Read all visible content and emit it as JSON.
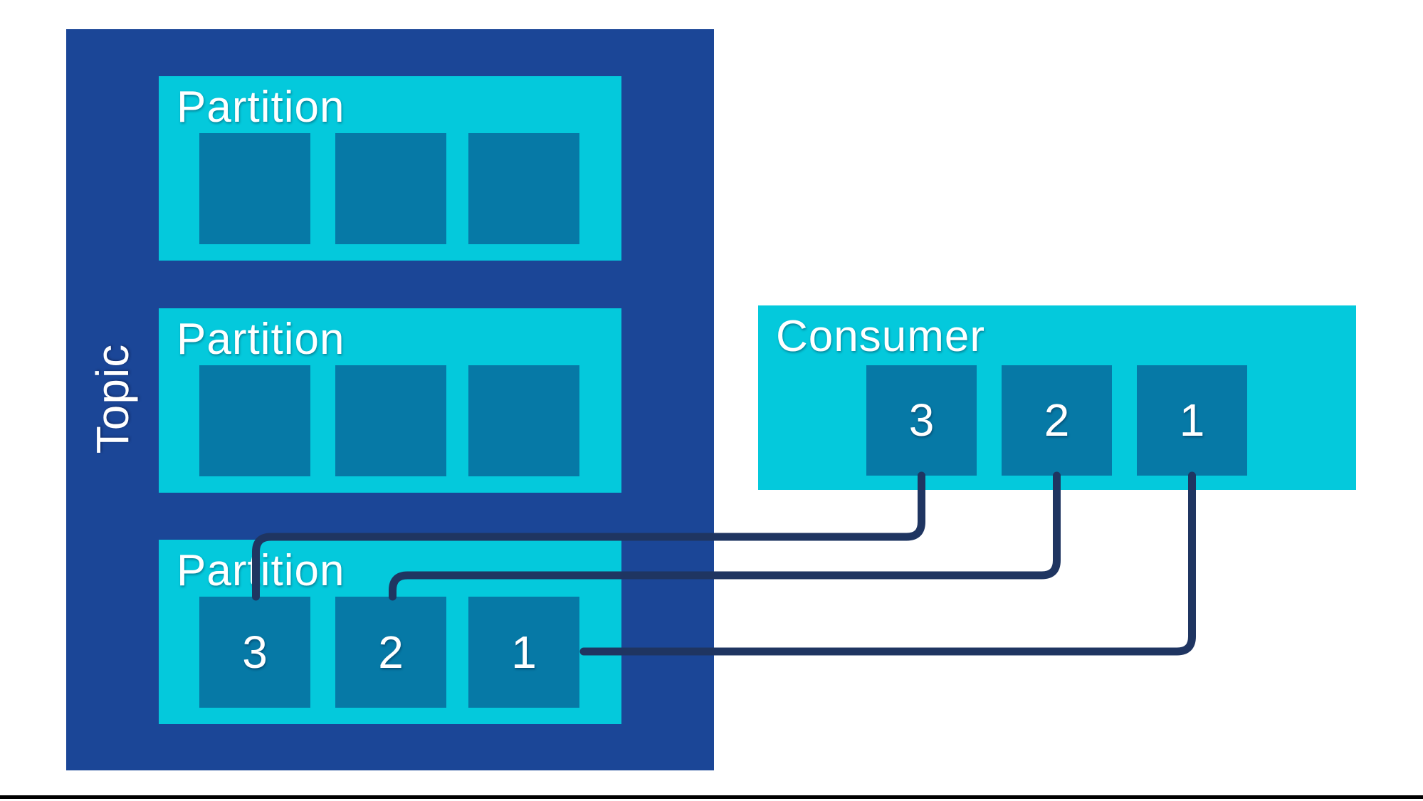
{
  "colors": {
    "background": "#ffffff",
    "topic_fill": "#1B4697",
    "container_fill": "#04C9DC",
    "message_square_fill": "#0679A6",
    "connector_line": "#1F3561",
    "label_text": "#ffffff",
    "bottom_bar": "#000000"
  },
  "topic": {
    "label": "Topic",
    "partitions": [
      {
        "label": "Partition",
        "messages": [
          "",
          "",
          ""
        ]
      },
      {
        "label": "Partition",
        "messages": [
          "",
          "",
          ""
        ]
      },
      {
        "label": "Partition",
        "messages": [
          "3",
          "2",
          "1"
        ]
      }
    ]
  },
  "consumer": {
    "label": "Consumer",
    "messages": [
      "3",
      "2",
      "1"
    ]
  },
  "connections": [
    {
      "from": "consumer-message-3",
      "to": "partition-3-message-3"
    },
    {
      "from": "consumer-message-2",
      "to": "partition-3-message-2"
    },
    {
      "from": "consumer-message-1",
      "to": "partition-3-message-1"
    }
  ]
}
